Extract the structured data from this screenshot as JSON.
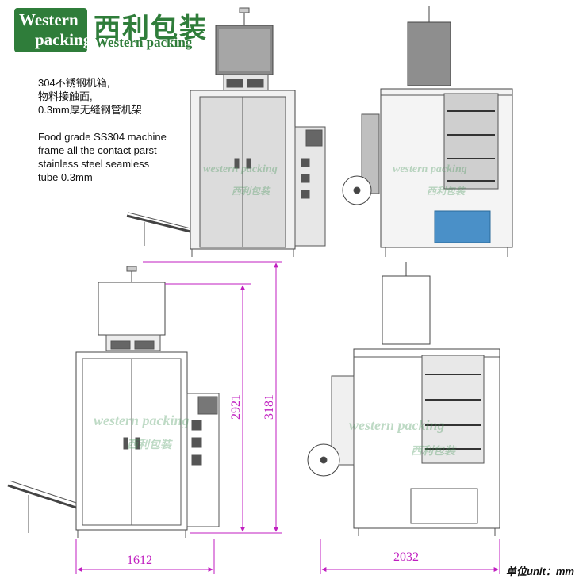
{
  "logo": {
    "box_line1": "Western",
    "box_line2": "packing",
    "cn_name": "西利包装",
    "en_name": "Western packing"
  },
  "specs_cn": [
    "304不锈钢机箱,",
    "物料接触面,",
    "0.3mm厚无缝钢管机架"
  ],
  "specs_en": [
    "Food grade SS304 machine",
    "frame all the contact parst",
    "stainless steel seamless",
    "tube 0.3mm"
  ],
  "watermark": {
    "en": "western packing",
    "cn": "西利包装"
  },
  "dimensions": {
    "height_a": "2921",
    "height_b": "3181",
    "width_front": "1612",
    "width_side": "2032"
  },
  "unit_label": "单位unit：mm",
  "colors": {
    "brand_green": "#2f7d3a",
    "dimension_magenta": "#c01ec0",
    "line_gray": "#555555"
  }
}
